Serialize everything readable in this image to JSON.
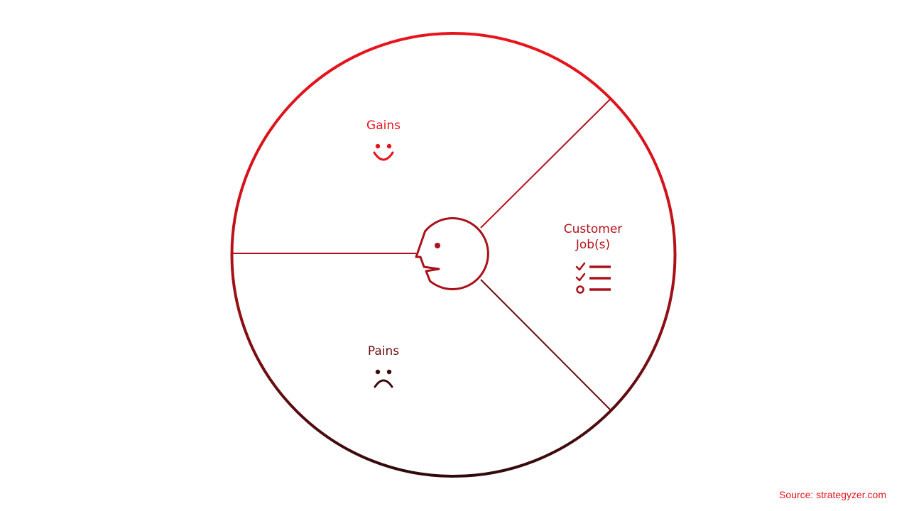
{
  "diagram": {
    "segments": {
      "gains": {
        "label": "Gains",
        "icon": "smile-icon"
      },
      "customer_jobs": {
        "label_line1": "Customer",
        "label_line2": "Job(s)",
        "icon": "checklist-icon"
      },
      "pains": {
        "label": "Pains",
        "icon": "frown-icon"
      }
    },
    "center": {
      "icon": "customer-face-icon"
    }
  },
  "source": "Source: strategyzer.com",
  "colors": {
    "accent_red": "#e3141c",
    "mid_red": "#a01018",
    "dark_red": "#3a0a0c",
    "gains_text": "#e3141c",
    "jobs_text": "#b0141b",
    "pains_text": "#6a0e12",
    "source_text": "#e3141c"
  }
}
